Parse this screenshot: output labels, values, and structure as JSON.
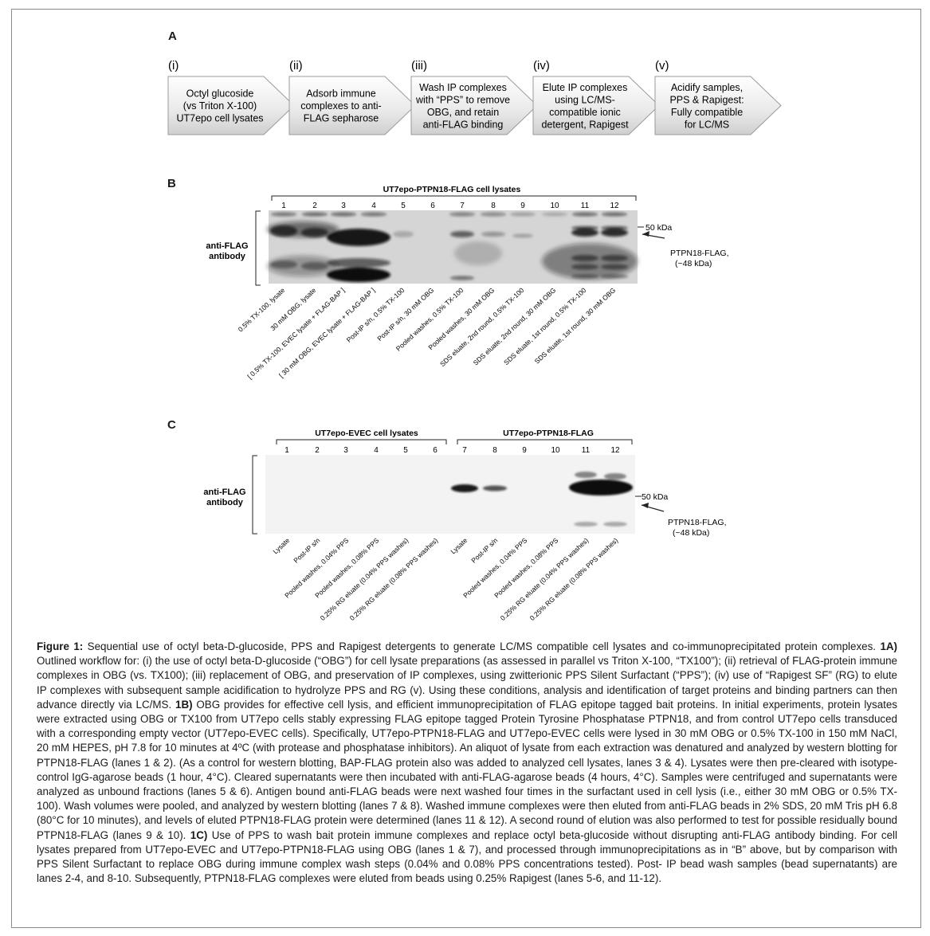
{
  "panelA": {
    "letter": "A",
    "steps": [
      {
        "num": "(i)",
        "lines": [
          "Octyl glucoside",
          "(vs Triton X-100)",
          "UT7epo cell lysates"
        ]
      },
      {
        "num": "(ii)",
        "lines": [
          "Adsorb immune",
          "complexes to anti-",
          "FLAG sepharose"
        ]
      },
      {
        "num": "(iii)",
        "lines": [
          "Wash IP complexes",
          "with “PPS” to remove",
          "OBG, and retain",
          "anti-FLAG binding"
        ]
      },
      {
        "num": "(iv)",
        "lines": [
          "Elute IP complexes",
          "using LC/MS-",
          "compatible ionic",
          "detergent, Rapigest"
        ]
      },
      {
        "num": "(v)",
        "lines": [
          "Acidify samples,",
          "PPS & Rapigest:",
          "Fully compatible",
          "for LC/MS"
        ]
      }
    ]
  },
  "panelB": {
    "letter": "B",
    "bracket_title": "UT7epo-PTPN18-FLAG cell lysates",
    "lanes": [
      "1",
      "2",
      "3",
      "4",
      "5",
      "6",
      "7",
      "8",
      "9",
      "10",
      "11",
      "12"
    ],
    "ylabel": [
      "anti-FLAG",
      "antibody"
    ],
    "marker": "50 kDa",
    "band_label": [
      "PTPN18-FLAG,",
      "(~48 kDa)"
    ],
    "lane_labels": [
      "0.5% TX-100, lysate",
      "30 mM OBG, lysate",
      "[ 0.5% TX-100, EVEC lysate + FLAG-BAP ]",
      "[ 30 mM OBG, EVEC lysate + FLAG-BAP ]",
      "Post-IP s/n, 0.5% TX-100",
      "Post-IP s/n, 30 mM OBG",
      "Pooled washes, 0.5% TX-100",
      "Pooled washes, 30 mM OBG",
      "SDS eluate, 2nd round, 0.5% TX-100",
      "SDS eluate, 2nd round, 30 mM OBG",
      "SDS eluate, 1st round, 0.5% TX-100",
      "SDS eluate, 1st round, 30 mM OBG"
    ]
  },
  "panelC": {
    "letter": "C",
    "bracket1": "UT7epo-EVEC cell lysates",
    "bracket2": "UT7epo-PTPN18-FLAG",
    "lanes": [
      "1",
      "2",
      "3",
      "4",
      "5",
      "6",
      "7",
      "8",
      "9",
      "10",
      "11",
      "12"
    ],
    "ylabel": [
      "anti-FLAG",
      "antibody"
    ],
    "marker": "50 kDa",
    "band_label": [
      "PTPN18-FLAG,",
      "(~48 kDa)"
    ],
    "lane_labels": [
      "Lysate",
      "Post-IP s/n",
      "Pooled washes, 0.04% PPS",
      "Pooled washes, 0.08% PPS",
      "0.25% RG eluate (0.04% PPS washes)",
      "0.25% RG eluate (0.08% PPS washes)",
      "Lysate",
      "Post-IP s/n",
      "Pooled washes, 0.04% PPS",
      "Pooled washes, 0.08% PPS",
      "0.25% RG eluate (0.04% PPS washes)",
      "0.25% RG eluate (0.08% PPS washes)"
    ]
  },
  "caption": {
    "fig_label": "Figure 1:",
    "intro": " Sequential use of octyl beta-D-glucoside, PPS and Rapigest detergents to generate LC/MS compatible cell lysates and co-immunoprecipitated protein complexes. ",
    "a_label": "1A)",
    "a_text": " Outlined workflow for: (i) the use of octyl beta-D-glucoside (“OBG”) for cell lysate preparations (as assessed in parallel vs Triton X-100, “TX100”); (ii) retrieval of FLAG-protein immune complexes in OBG (vs. TX100); (iii) replacement of OBG, and preservation of IP complexes, using zwitterionic PPS Silent Surfactant (“PPS”); (iv) use of “Rapigest SF” (RG) to elute IP complexes with subsequent sample acidification to hydrolyze PPS and RG (v). Using these conditions, analysis and identification of target proteins and binding partners can then advance directly via LC/MS. ",
    "b_label": "1B)",
    "b_text": " OBG provides for effective cell lysis, and efficient immunoprecipitation of FLAG epitope tagged bait proteins. In initial experiments, protein lysates were extracted using OBG or TX100 from UT7epo cells stably expressing FLAG epitope tagged Protein Tyrosine Phosphatase PTPN18, and from control UT7epo cells transduced with a corresponding empty vector (UT7epo-EVEC cells). Specifically, UT7epo-PTPN18-FLAG and UT7epo-EVEC cells were lysed in 30 mM OBG or 0.5% TX-100 in 150 mM NaCl, 20 mM HEPES, pH 7.8 for 10 minutes at 4ºC (with protease and phosphatase inhibitors). An aliquot of lysate from each extraction was denatured and analyzed by western blotting for PTPN18-FLAG (lanes 1 & 2). (As a control for western blotting, BAP-FLAG protein also was added to analyzed cell lysates, lanes 3 & 4). Lysates were then pre-cleared with isotype-control IgG-agarose beads (1 hour, 4°C). Cleared supernatants were then incubated with anti-FLAG-agarose beads (4 hours, 4°C). Samples were centrifuged and supernatants were analyzed as unbound fractions (lanes 5 & 6). Antigen bound anti-FLAG beads were next washed four times in the surfactant used in cell lysis (i.e., either 30 mM OBG or 0.5% TX-100). Wash volumes were pooled, and analyzed by western blotting (lanes 7 & 8). Washed immune complexes were then eluted from anti-FLAG beads in 2% SDS, 20 mM Tris pH 6.8 (80°C for 10 minutes), and levels of eluted PTPN18-FLAG protein were determined (lanes 11 & 12). A second round of elution was also performed to test for possible residually bound PTPN18-FLAG (lanes 9 & 10). ",
    "c_label": "1C)",
    "c_text": " Use of PPS to wash bait protein immune complexes and replace octyl beta-glucoside without disrupting anti-FLAG antibody binding. For cell lysates prepared from UT7epo-EVEC and UT7epo-PTPN18-FLAG using OBG (lanes 1 & 7), and processed through immunoprecipitations as in “B” above, but by comparison with PPS Silent Surfactant to replace OBG during immune complex wash steps (0.04% and 0.08% PPS concentrations tested). Post- IP bead wash samples (bead supernatants) are lanes 2-4, and 8-10. Subsequently, PTPN18-FLAG complexes were eluted from beads using 0.25% Rapigest (lanes 5-6, and 11-12)."
  }
}
